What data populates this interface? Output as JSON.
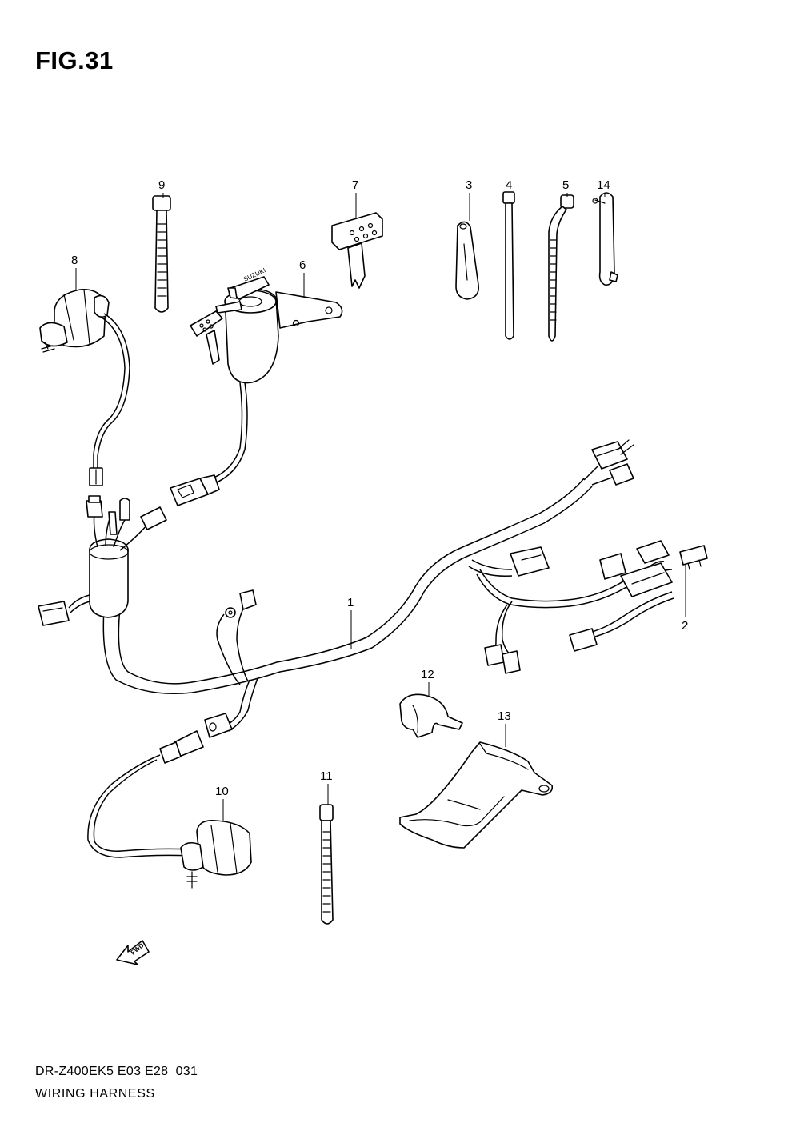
{
  "figure": {
    "title": "FIG.31"
  },
  "callouts": [
    "1",
    "2",
    "3",
    "4",
    "5",
    "6",
    "7",
    "8",
    "9",
    "10",
    "11",
    "12",
    "13",
    "14"
  ],
  "fwd_label": "FWD",
  "key_brand": "SUZUKI",
  "footer": {
    "model_code": "DR-Z400EK5 E03 E28_031",
    "caption": "WIRING HARNESS"
  }
}
